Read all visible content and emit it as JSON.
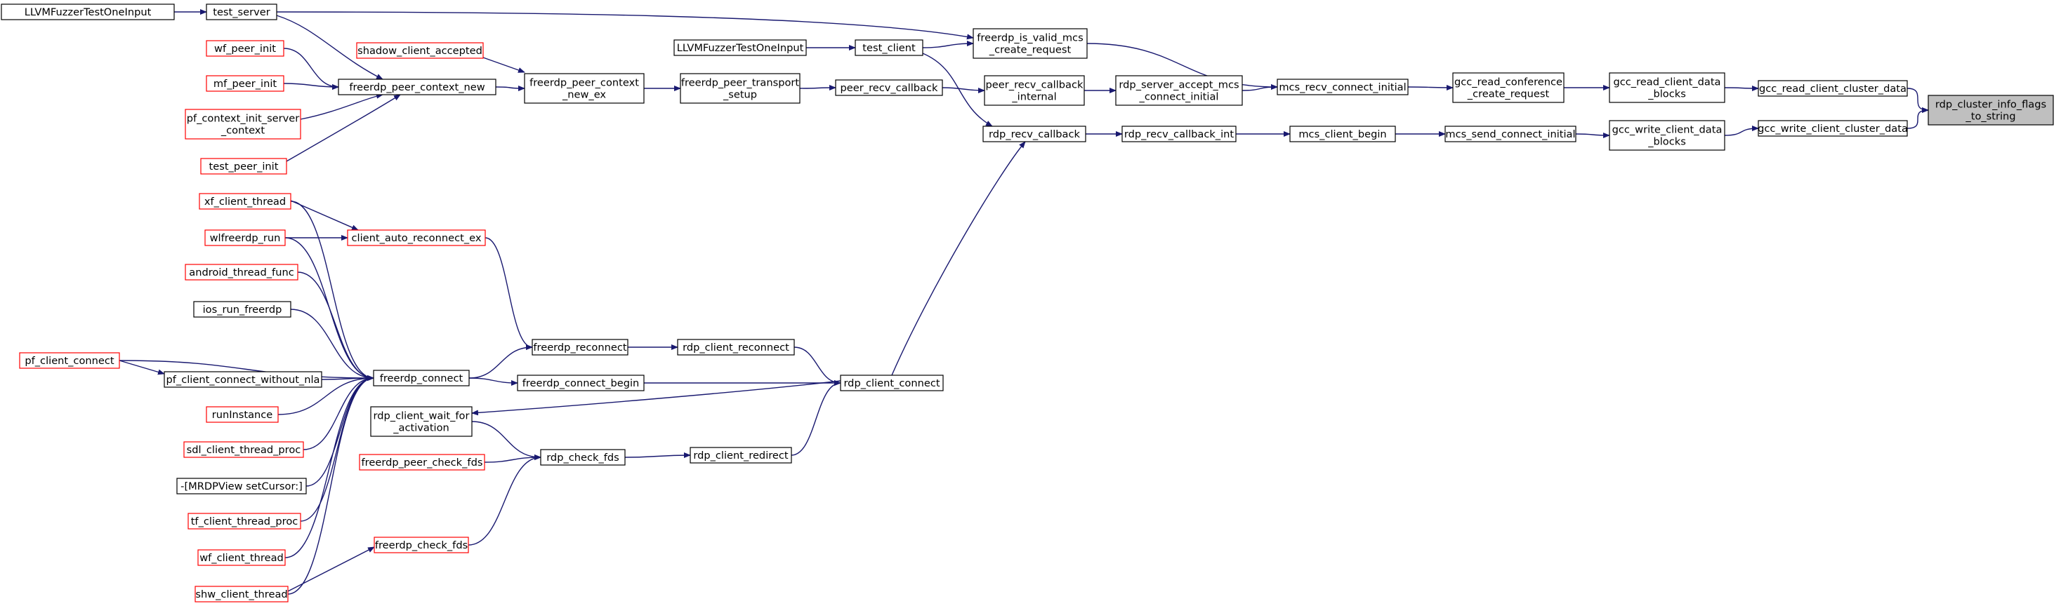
{
  "colors": {
    "edge": "#191970",
    "border_default": "#000000",
    "border_truncated": "#ff0000",
    "fill_default": "#ffffff",
    "fill_root": "#bfbfbf",
    "text": "#000000"
  },
  "nodes": [
    {
      "id": "n0",
      "lines": [
        "rdp_cluster_info_flags",
        "_to_string"
      ],
      "style": "root"
    },
    {
      "id": "n1",
      "lines": [
        "gcc_read_client_cluster_data"
      ],
      "style": "default"
    },
    {
      "id": "n2",
      "lines": [
        "gcc_write_client_cluster_data"
      ],
      "style": "default"
    },
    {
      "id": "n3",
      "lines": [
        "gcc_read_client_data",
        "_blocks"
      ],
      "style": "default"
    },
    {
      "id": "n4",
      "lines": [
        "gcc_write_client_data",
        "_blocks"
      ],
      "style": "default"
    },
    {
      "id": "n5",
      "lines": [
        "gcc_read_conference",
        "_create_request"
      ],
      "style": "default"
    },
    {
      "id": "n6",
      "lines": [
        "mcs_send_connect_initial"
      ],
      "style": "default"
    },
    {
      "id": "n7",
      "lines": [
        "mcs_recv_connect_initial"
      ],
      "style": "default"
    },
    {
      "id": "n8",
      "lines": [
        "mcs_client_begin"
      ],
      "style": "default"
    },
    {
      "id": "n9",
      "lines": [
        "freerdp_is_valid_mcs",
        "_create_request"
      ],
      "style": "default"
    },
    {
      "id": "n10",
      "lines": [
        "rdp_server_accept_mcs",
        "_connect_initial"
      ],
      "style": "default"
    },
    {
      "id": "n11",
      "lines": [
        "rdp_recv_callback_int"
      ],
      "style": "default"
    },
    {
      "id": "n12",
      "lines": [
        "test_server"
      ],
      "style": "default"
    },
    {
      "id": "n13",
      "lines": [
        "test_client"
      ],
      "style": "default"
    },
    {
      "id": "n14",
      "lines": [
        "peer_recv_callback",
        "_internal"
      ],
      "style": "default"
    },
    {
      "id": "n15",
      "lines": [
        "rdp_recv_callback"
      ],
      "style": "default"
    },
    {
      "id": "n16",
      "lines": [
        "LLVMFuzzerTestOneInput"
      ],
      "style": "default"
    },
    {
      "id": "n17",
      "lines": [
        "LLVMFuzzerTestOneInput"
      ],
      "style": "default"
    },
    {
      "id": "n18",
      "lines": [
        "peer_recv_callback"
      ],
      "style": "default"
    },
    {
      "id": "n19",
      "lines": [
        "rdp_client_connect"
      ],
      "style": "default"
    },
    {
      "id": "n20",
      "lines": [
        "freerdp_peer_transport",
        "_setup"
      ],
      "style": "default"
    },
    {
      "id": "n21",
      "lines": [
        "freerdp_peer_context",
        "_new_ex"
      ],
      "style": "default"
    },
    {
      "id": "n22",
      "lines": [
        "freerdp_peer_context_new"
      ],
      "style": "default"
    },
    {
      "id": "n23",
      "lines": [
        "shadow_client_accepted"
      ],
      "style": "truncated"
    },
    {
      "id": "n24",
      "lines": [
        "wf_peer_init"
      ],
      "style": "truncated"
    },
    {
      "id": "n25",
      "lines": [
        "mf_peer_init"
      ],
      "style": "truncated"
    },
    {
      "id": "n26",
      "lines": [
        "pf_context_init_server",
        "_context"
      ],
      "style": "truncated"
    },
    {
      "id": "n27",
      "lines": [
        "test_peer_init"
      ],
      "style": "truncated"
    },
    {
      "id": "n28",
      "lines": [
        "rdp_client_reconnect"
      ],
      "style": "default"
    },
    {
      "id": "n29",
      "lines": [
        "freerdp_connect_begin"
      ],
      "style": "default"
    },
    {
      "id": "n30",
      "lines": [
        "rdp_client_redirect"
      ],
      "style": "default"
    },
    {
      "id": "n31",
      "lines": [
        "freerdp_reconnect"
      ],
      "style": "default"
    },
    {
      "id": "n32",
      "lines": [
        "rdp_check_fds"
      ],
      "style": "default"
    },
    {
      "id": "n33",
      "lines": [
        "freerdp_connect"
      ],
      "style": "default"
    },
    {
      "id": "n34",
      "lines": [
        "rdp_client_wait_for",
        "_activation"
      ],
      "style": "default"
    },
    {
      "id": "n35",
      "lines": [
        "client_auto_reconnect_ex"
      ],
      "style": "truncated"
    },
    {
      "id": "n36",
      "lines": [
        "freerdp_peer_check_fds"
      ],
      "style": "truncated"
    },
    {
      "id": "n37",
      "lines": [
        "freerdp_check_fds"
      ],
      "style": "truncated"
    },
    {
      "id": "n38",
      "lines": [
        "xf_client_thread"
      ],
      "style": "truncated"
    },
    {
      "id": "n39",
      "lines": [
        "wlfreerdp_run"
      ],
      "style": "truncated"
    },
    {
      "id": "n40",
      "lines": [
        "android_thread_func"
      ],
      "style": "truncated"
    },
    {
      "id": "n41",
      "lines": [
        "ios_run_freerdp"
      ],
      "style": "default"
    },
    {
      "id": "n42",
      "lines": [
        "pf_client_connect_without_nla"
      ],
      "style": "default"
    },
    {
      "id": "n43",
      "lines": [
        "pf_client_connect"
      ],
      "style": "truncated"
    },
    {
      "id": "n44",
      "lines": [
        "runInstance"
      ],
      "style": "truncated"
    },
    {
      "id": "n45",
      "lines": [
        "sdl_client_thread_proc"
      ],
      "style": "truncated"
    },
    {
      "id": "n46",
      "lines": [
        "-[MRDPView setCursor:]"
      ],
      "style": "default"
    },
    {
      "id": "n47",
      "lines": [
        "tf_client_thread_proc"
      ],
      "style": "truncated"
    },
    {
      "id": "n48",
      "lines": [
        "wf_client_thread"
      ],
      "style": "truncated"
    },
    {
      "id": "n49",
      "lines": [
        "shw_client_thread"
      ],
      "style": "truncated"
    }
  ],
  "edges": [
    {
      "from": "n1",
      "to": "n0"
    },
    {
      "from": "n2",
      "to": "n0"
    },
    {
      "from": "n3",
      "to": "n1"
    },
    {
      "from": "n4",
      "to": "n2"
    },
    {
      "from": "n5",
      "to": "n3"
    },
    {
      "from": "n6",
      "to": "n4"
    },
    {
      "from": "n7",
      "to": "n5"
    },
    {
      "from": "n8",
      "to": "n6"
    },
    {
      "from": "n9",
      "to": "n7"
    },
    {
      "from": "n10",
      "to": "n7"
    },
    {
      "from": "n11",
      "to": "n8"
    },
    {
      "from": "n12",
      "to": "n9"
    },
    {
      "from": "n13",
      "to": "n9"
    },
    {
      "from": "n14",
      "to": "n10"
    },
    {
      "from": "n15",
      "to": "n11"
    },
    {
      "from": "n16",
      "to": "n12"
    },
    {
      "from": "n17",
      "to": "n13"
    },
    {
      "from": "n13",
      "to": "n15"
    },
    {
      "from": "n18",
      "to": "n14"
    },
    {
      "from": "n19",
      "to": "n15"
    },
    {
      "from": "n20",
      "to": "n18"
    },
    {
      "from": "n21",
      "to": "n20"
    },
    {
      "from": "n22",
      "to": "n21"
    },
    {
      "from": "n23",
      "to": "n21"
    },
    {
      "from": "n12",
      "to": "n22"
    },
    {
      "from": "n24",
      "to": "n22"
    },
    {
      "from": "n25",
      "to": "n22"
    },
    {
      "from": "n26",
      "to": "n22"
    },
    {
      "from": "n27",
      "to": "n22"
    },
    {
      "from": "n28",
      "to": "n19"
    },
    {
      "from": "n29",
      "to": "n19"
    },
    {
      "from": "n30",
      "to": "n19"
    },
    {
      "from": "n19",
      "to": "n34"
    },
    {
      "from": "n31",
      "to": "n28"
    },
    {
      "from": "n32",
      "to": "n30"
    },
    {
      "from": "n33",
      "to": "n29"
    },
    {
      "from": "n33",
      "to": "n31"
    },
    {
      "from": "n35",
      "to": "n31"
    },
    {
      "from": "n34",
      "to": "n32"
    },
    {
      "from": "n36",
      "to": "n32"
    },
    {
      "from": "n37",
      "to": "n32"
    },
    {
      "from": "n38",
      "to": "n35"
    },
    {
      "from": "n39",
      "to": "n35"
    },
    {
      "from": "n38",
      "to": "n33"
    },
    {
      "from": "n39",
      "to": "n33"
    },
    {
      "from": "n40",
      "to": "n33"
    },
    {
      "from": "n41",
      "to": "n33"
    },
    {
      "from": "n42",
      "to": "n33"
    },
    {
      "from": "n43",
      "to": "n33"
    },
    {
      "from": "n43",
      "to": "n42"
    },
    {
      "from": "n44",
      "to": "n33"
    },
    {
      "from": "n45",
      "to": "n33"
    },
    {
      "from": "n46",
      "to": "n33"
    },
    {
      "from": "n47",
      "to": "n33"
    },
    {
      "from": "n48",
      "to": "n33"
    },
    {
      "from": "n49",
      "to": "n33"
    },
    {
      "from": "n49",
      "to": "n37"
    }
  ]
}
